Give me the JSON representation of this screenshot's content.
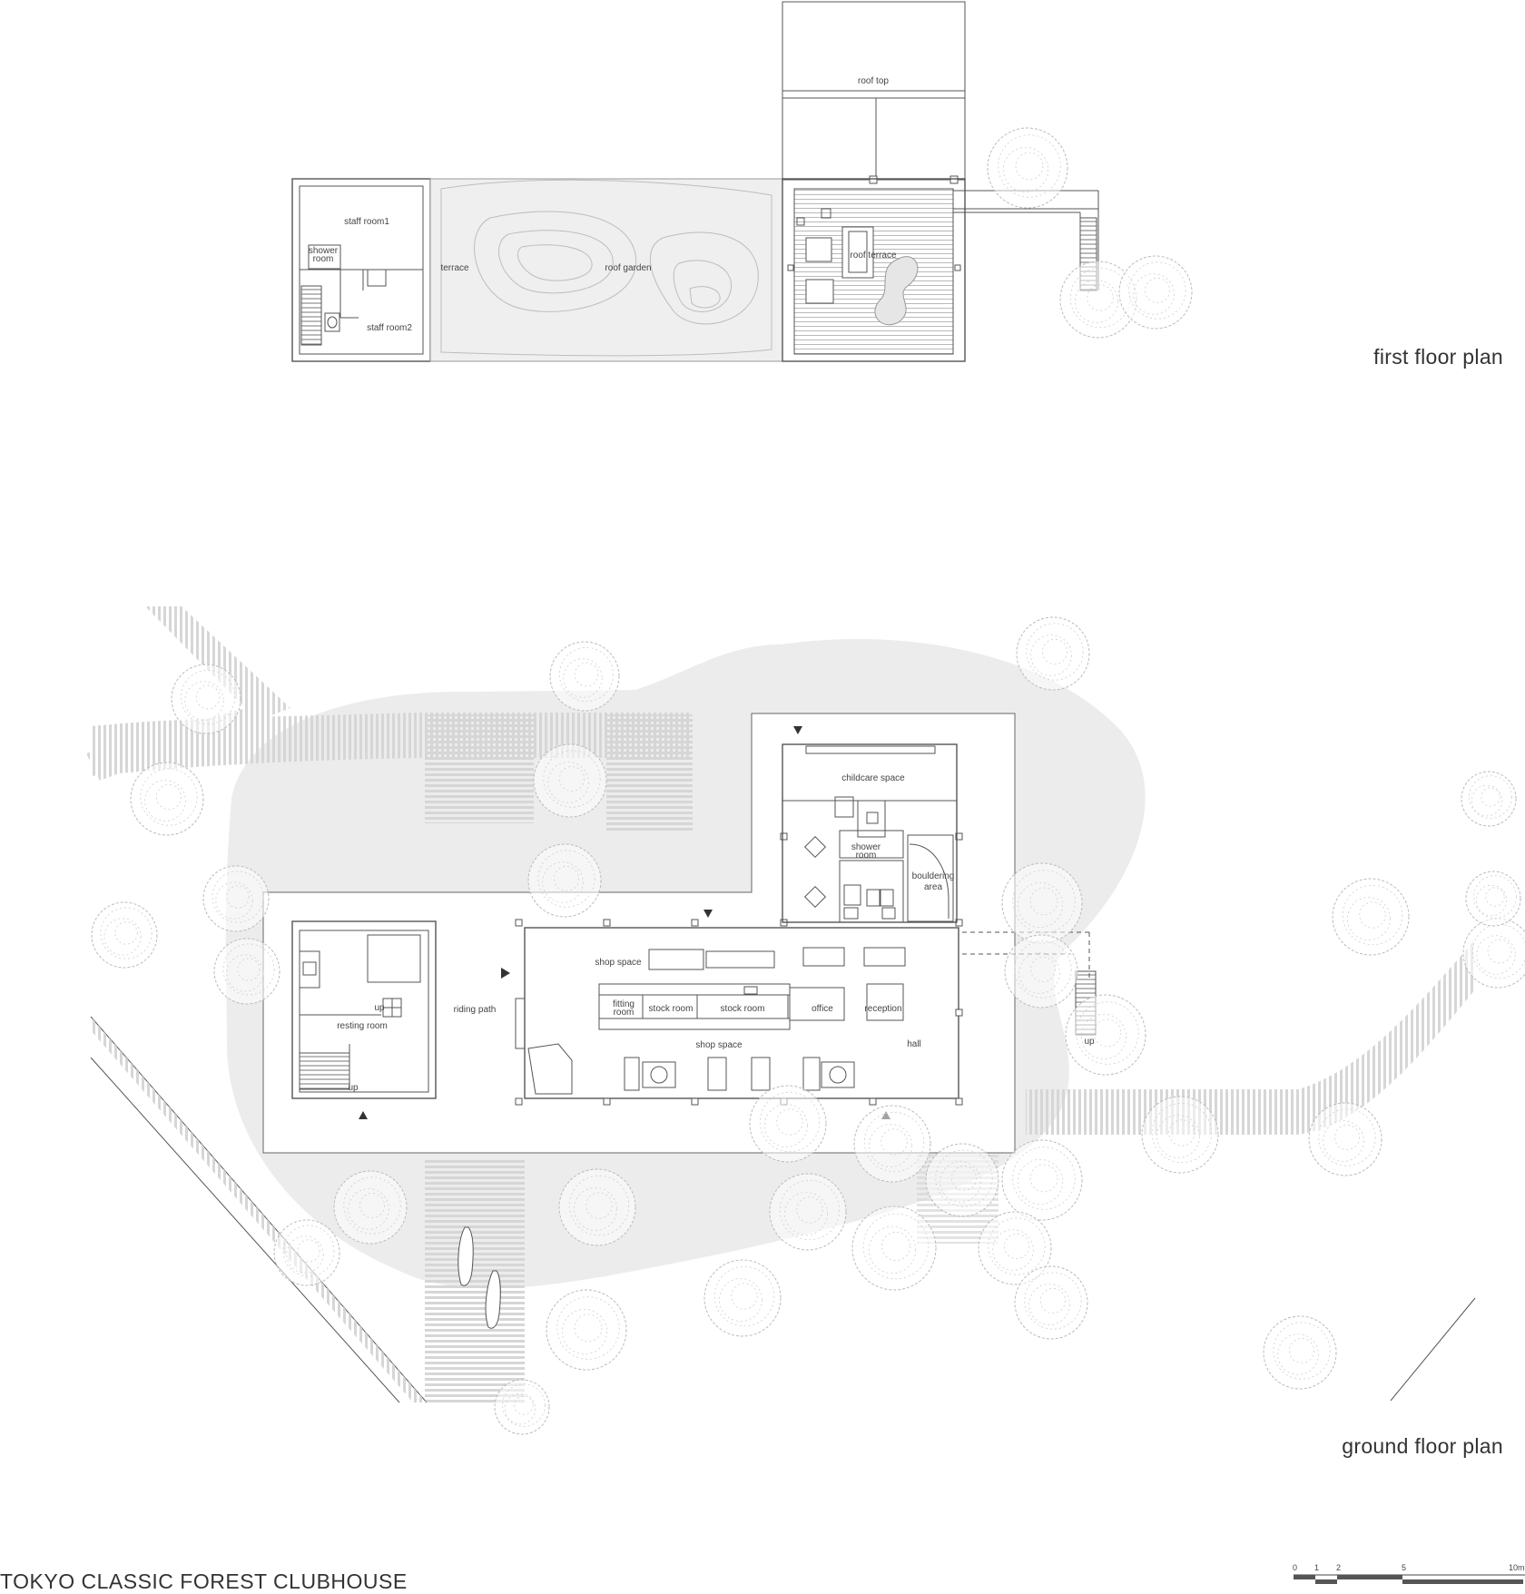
{
  "project_title": "TOKYO CLASSIC FOREST CLUBHOUSE",
  "plans": {
    "first_floor": {
      "title": "first floor plan",
      "rooms": {
        "roof_top": "roof top",
        "staff_room1": "staff room1",
        "shower_room_1": "shower",
        "shower_room_2": "room",
        "terrace": "terrace",
        "roof_garden": "roof garden",
        "roof_terrace": "roof terrace",
        "staff_room2": "staff room2"
      }
    },
    "ground_floor": {
      "title": "ground floor plan",
      "rooms": {
        "childcare_space": "childcare space",
        "shower_room_1": "shower",
        "shower_room_2": "room",
        "bouldering_area_1": "bouldering",
        "bouldering_area_2": "area",
        "shop_space_top": "shop space",
        "fitting_room_1": "fitting",
        "fitting_room_2": "room",
        "stock_room_a": "stock room",
        "stock_room_b": "stock room",
        "office": "office",
        "reception": "reception",
        "hall": "hall",
        "shop_space_bottom": "shop space",
        "riding_path": "riding path",
        "resting_room": "resting room",
        "up_stair_small": "up",
        "up_stair_main": "up",
        "up_outdoor": "up"
      }
    }
  },
  "scale_bar": {
    "ticks": [
      "0",
      "1",
      "2",
      "5",
      "10m"
    ]
  },
  "colors": {
    "line": "#555555",
    "ground_fill": "#eeeeee",
    "tree_stroke": "#b8b8b8",
    "path_stripe": "#d4d4d4"
  }
}
